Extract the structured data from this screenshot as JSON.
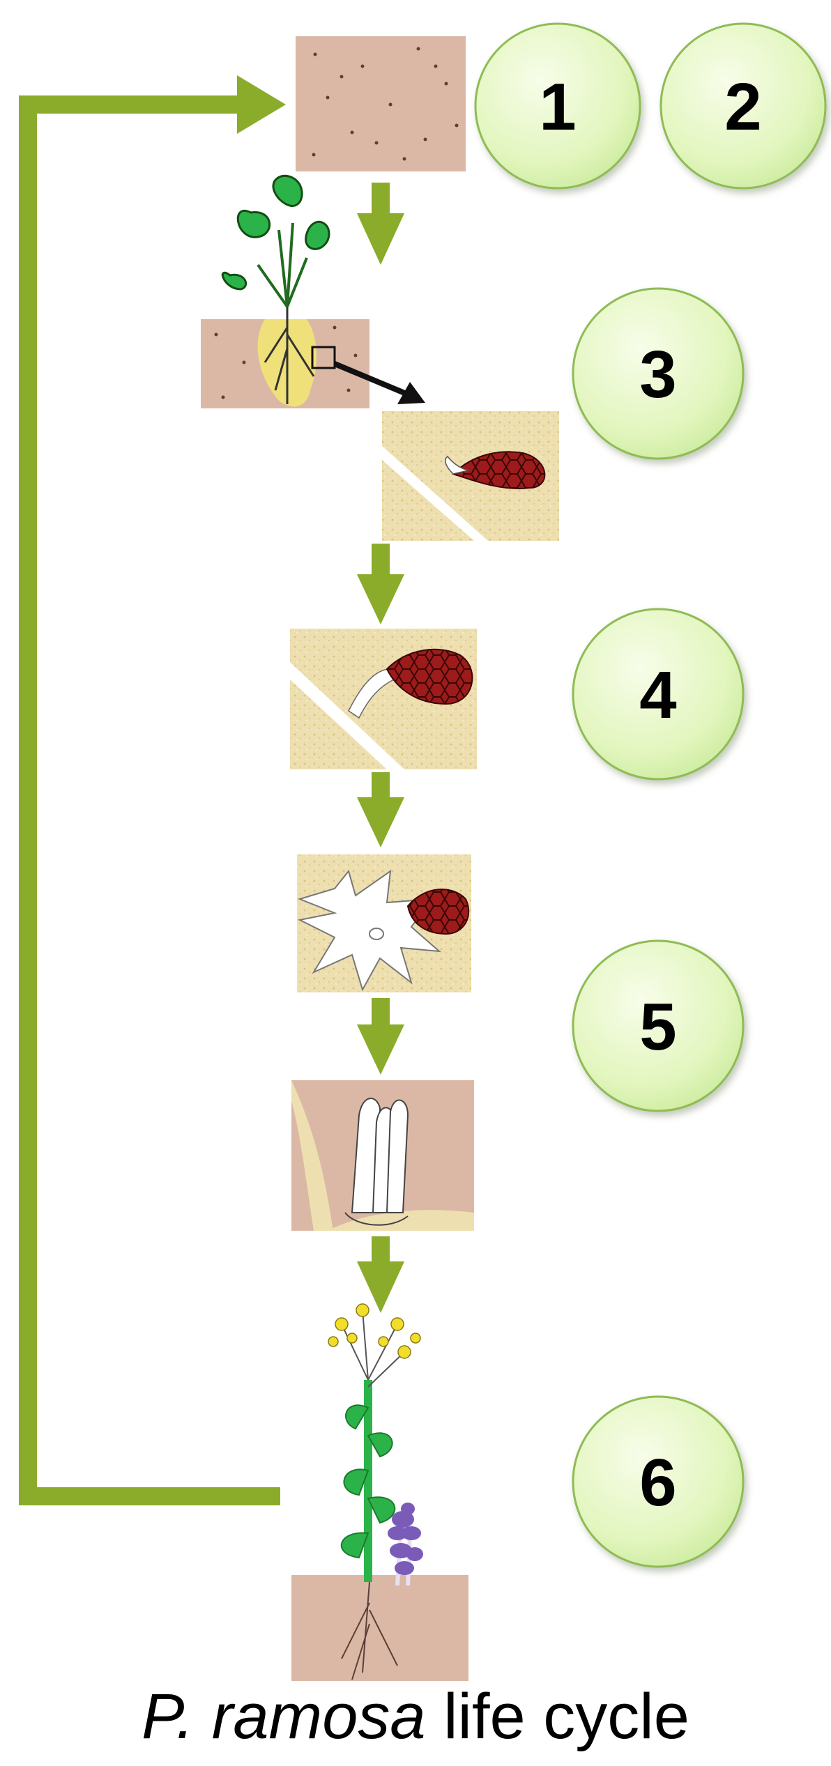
{
  "diagram": {
    "caption": {
      "species": "P. ramosa",
      "rest": " life cycle"
    },
    "stage_badges": [
      {
        "number": "1"
      },
      {
        "number": "2"
      },
      {
        "number": "3"
      },
      {
        "number": "4"
      },
      {
        "number": "5"
      },
      {
        "number": "6"
      }
    ],
    "colors": {
      "arrow_green": "#8aac2a",
      "badge_fill": "#e6f7c4",
      "badge_stroke": "#8fbc55",
      "soil": "#dbb8a6",
      "host_root_tissue": "#eedfb0",
      "seed_red": "#9e1b1b",
      "host_leaf_green": "#2bb34a",
      "parasite_flower": "#7b5bb8",
      "host_flower": "#f2dd2a"
    }
  }
}
